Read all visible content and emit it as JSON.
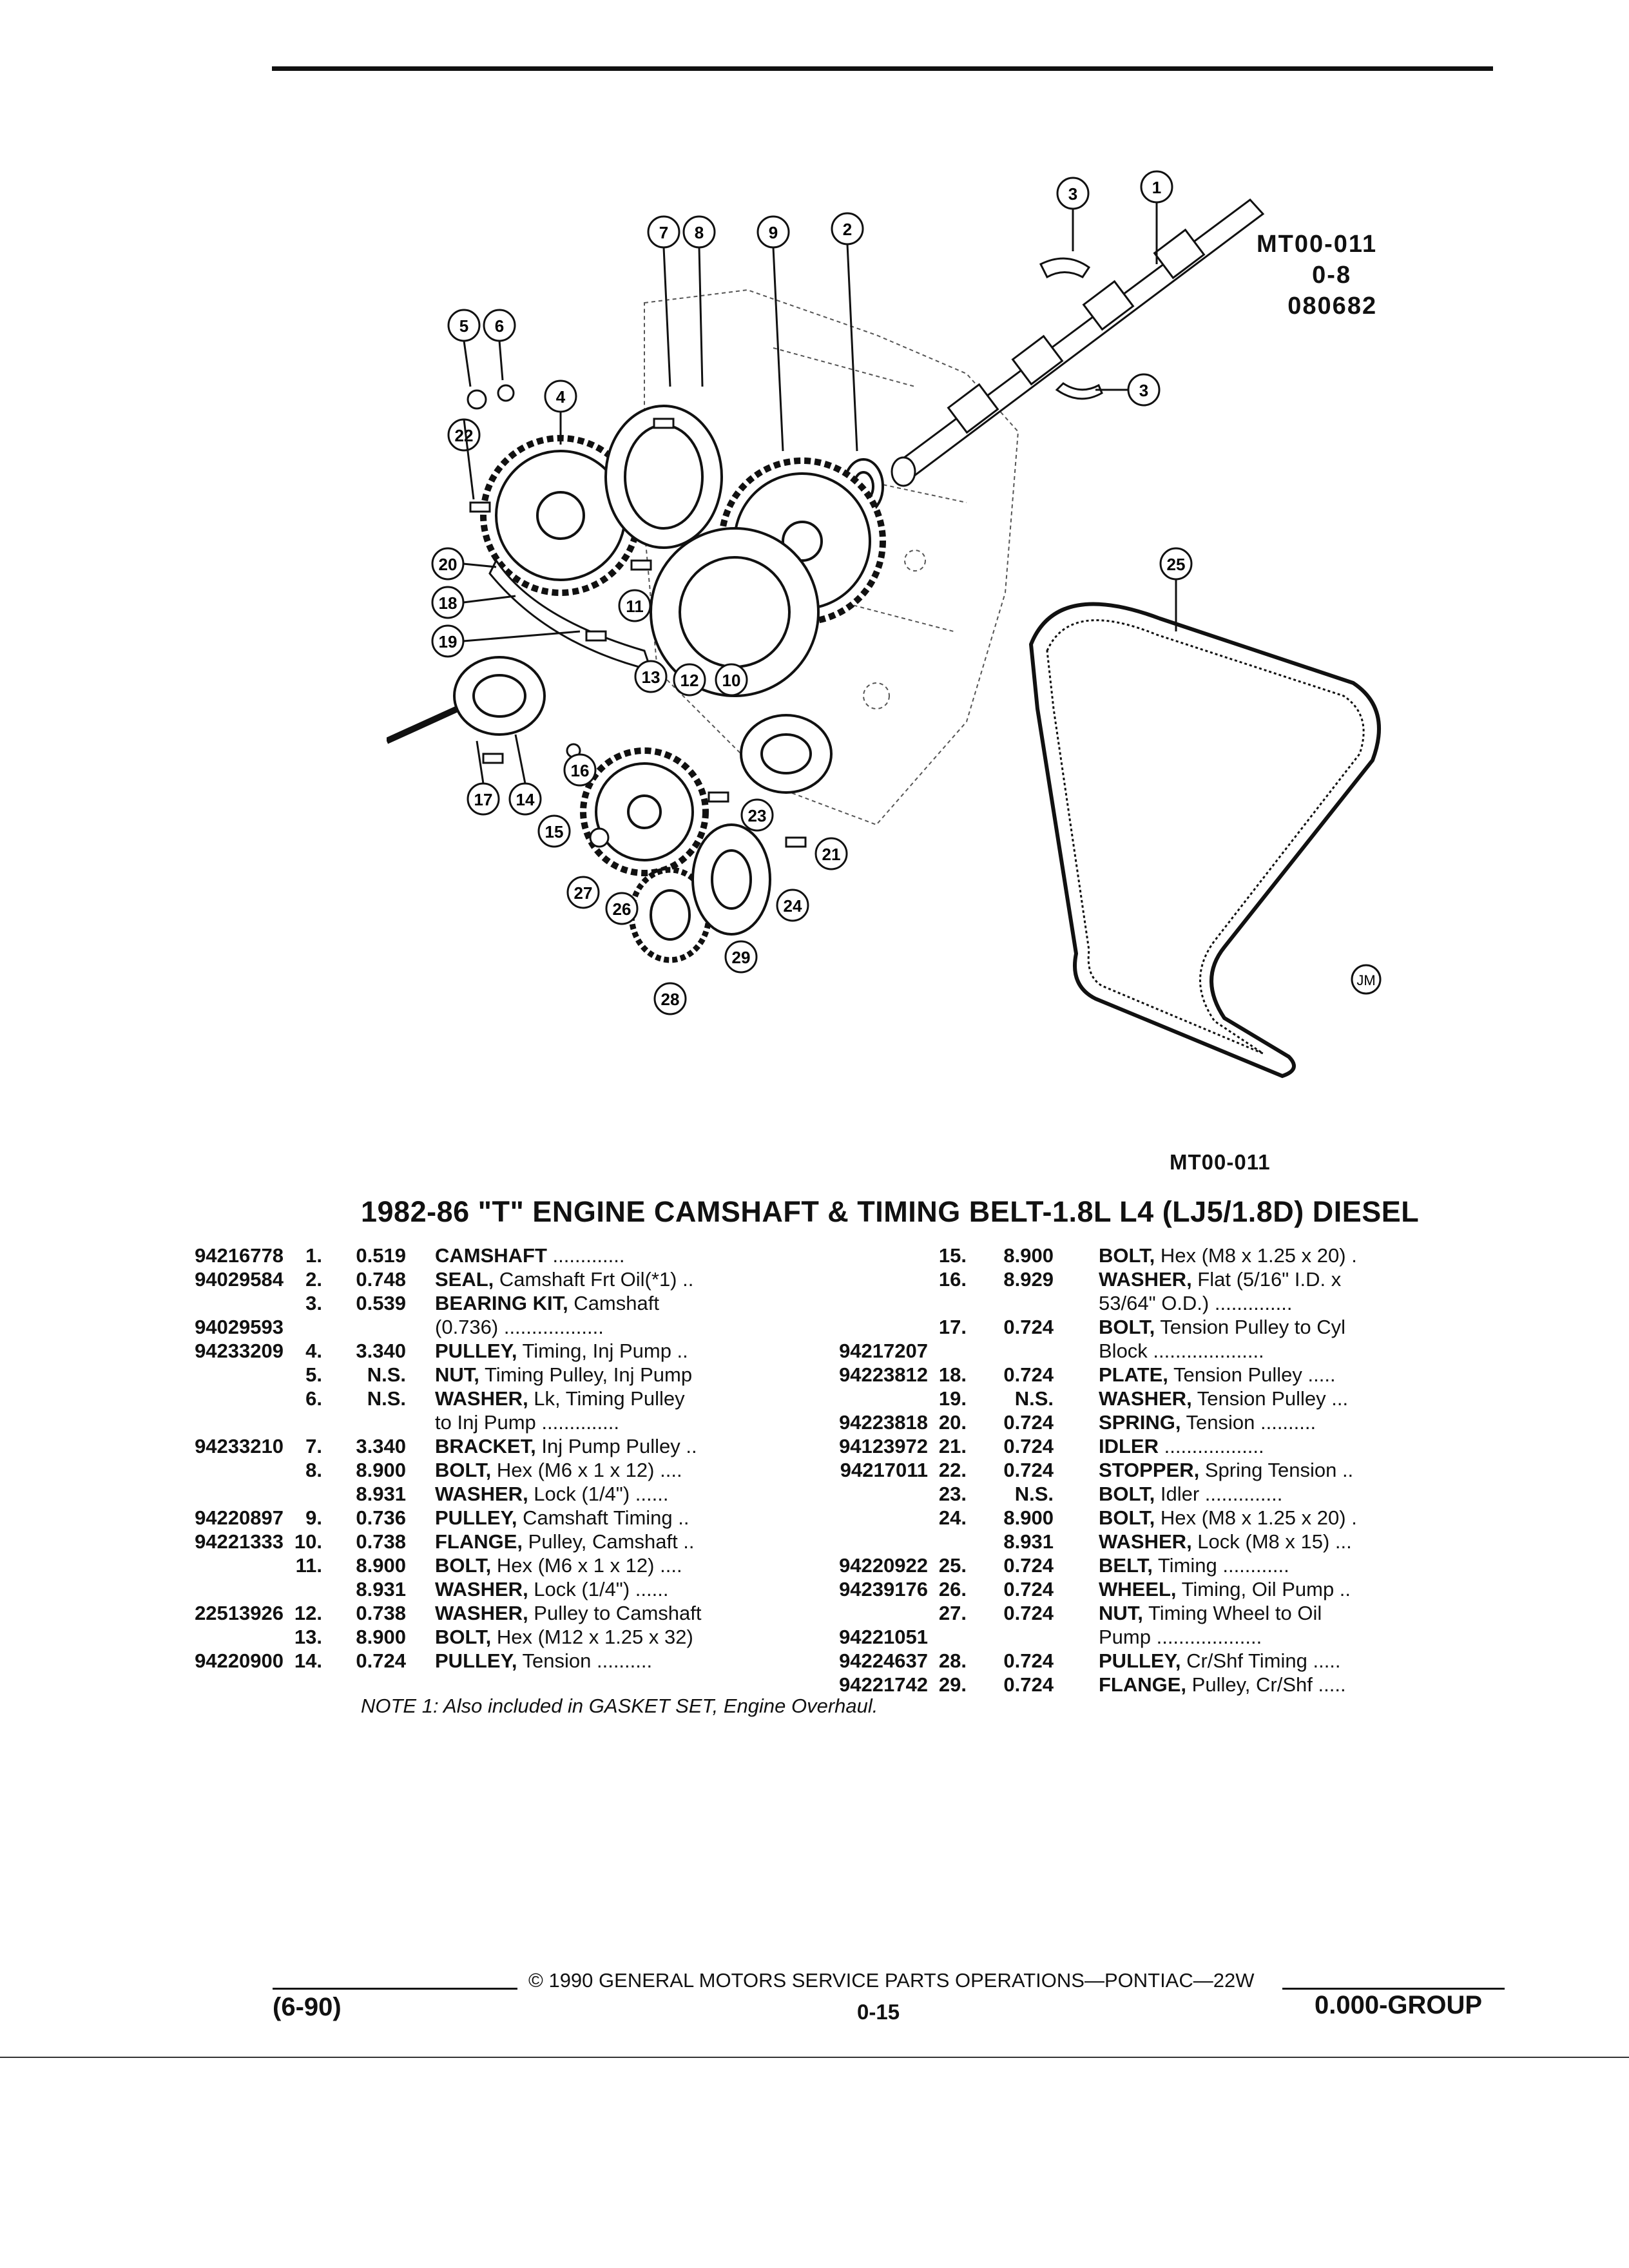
{
  "figure": {
    "code": "MT00-011",
    "code_lines": [
      "MT00-011",
      "0-8",
      "080682"
    ],
    "callouts": [
      "1",
      "2",
      "3",
      "3",
      "4",
      "5",
      "6",
      "7",
      "8",
      "9",
      "10",
      "11",
      "12",
      "13",
      "14",
      "15",
      "16",
      "17",
      "18",
      "19",
      "20",
      "21",
      "22",
      "23",
      "24",
      "25",
      "26",
      "27",
      "28",
      "29"
    ],
    "artist_mark": "JM"
  },
  "title": "1982-86 \"T\" ENGINE CAMSHAFT & TIMING BELT-1.8L L4 (LJ5/1.8D) DIESEL",
  "left_parts": [
    {
      "num": "1.",
      "group": "0.519",
      "name": "CAMSHAFT",
      "desc": " .............",
      "part": "94216778"
    },
    {
      "num": "2.",
      "group": "0.748",
      "name": "SEAL,",
      "desc": " Camshaft Frt Oil(*1) ..",
      "part": "94029584"
    },
    {
      "num": "3.",
      "group": "0.539",
      "name": "BEARING KIT,",
      "desc": " Camshaft",
      "part": ""
    },
    {
      "num": "",
      "group": "",
      "name": "",
      "desc": "(0.736) ..................",
      "part": "94029593"
    },
    {
      "num": "4.",
      "group": "3.340",
      "name": "PULLEY,",
      "desc": " Timing, Inj Pump ..",
      "part": "94233209"
    },
    {
      "num": "5.",
      "group": "N.S.",
      "name": "NUT,",
      "desc": " Timing Pulley, Inj Pump",
      "part": ""
    },
    {
      "num": "6.",
      "group": "N.S.",
      "name": "WASHER,",
      "desc": " Lk, Timing Pulley",
      "part": ""
    },
    {
      "num": "",
      "group": "",
      "name": "",
      "desc": "to Inj Pump ..............",
      "part": ""
    },
    {
      "num": "7.",
      "group": "3.340",
      "name": "BRACKET,",
      "desc": " Inj Pump Pulley ..",
      "part": "94233210"
    },
    {
      "num": "8.",
      "group": "8.900",
      "name": "BOLT,",
      "desc": " Hex (M6 x 1 x 12) ....",
      "part": ""
    },
    {
      "num": "",
      "group": "8.931",
      "name": "WASHER,",
      "desc": " Lock (1/4\") ......",
      "part": ""
    },
    {
      "num": "9.",
      "group": "0.736",
      "name": "PULLEY,",
      "desc": " Camshaft Timing ..",
      "part": "94220897"
    },
    {
      "num": "10.",
      "group": "0.738",
      "name": "FLANGE,",
      "desc": " Pulley, Camshaft ..",
      "part": "94221333"
    },
    {
      "num": "11.",
      "group": "8.900",
      "name": "BOLT,",
      "desc": " Hex (M6 x 1 x 12) ....",
      "part": ""
    },
    {
      "num": "",
      "group": "8.931",
      "name": "WASHER,",
      "desc": " Lock (1/4\") ......",
      "part": ""
    },
    {
      "num": "12.",
      "group": "0.738",
      "name": "WASHER,",
      "desc": " Pulley to Camshaft",
      "part": "22513926"
    },
    {
      "num": "13.",
      "group": "8.900",
      "name": "BOLT,",
      "desc": " Hex (M12 x 1.25 x 32)",
      "part": ""
    },
    {
      "num": "14.",
      "group": "0.724",
      "name": "PULLEY,",
      "desc": " Tension ..........",
      "part": "94220900"
    }
  ],
  "right_parts": [
    {
      "num": "15.",
      "group": "8.900",
      "name": "BOLT,",
      "desc": " Hex (M8 x 1.25 x 20) .",
      "part": ""
    },
    {
      "num": "16.",
      "group": "8.929",
      "name": "WASHER,",
      "desc": " Flat (5/16\" I.D. x",
      "part": ""
    },
    {
      "num": "",
      "group": "",
      "name": "",
      "desc": "53/64\" O.D.) ..............",
      "part": ""
    },
    {
      "num": "17.",
      "group": "0.724",
      "name": "BOLT,",
      "desc": " Tension Pulley to Cyl",
      "part": ""
    },
    {
      "num": "",
      "group": "",
      "name": "",
      "desc": "Block ....................",
      "part": "94217207"
    },
    {
      "num": "18.",
      "group": "0.724",
      "name": "PLATE,",
      "desc": " Tension Pulley .....",
      "part": "94223812"
    },
    {
      "num": "19.",
      "group": "N.S.",
      "name": "WASHER,",
      "desc": " Tension Pulley ...",
      "part": ""
    },
    {
      "num": "20.",
      "group": "0.724",
      "name": "SPRING,",
      "desc": " Tension ..........",
      "part": "94223818"
    },
    {
      "num": "21.",
      "group": "0.724",
      "name": "IDLER",
      "desc": " ..................",
      "part": "94123972"
    },
    {
      "num": "22.",
      "group": "0.724",
      "name": "STOPPER,",
      "desc": " Spring Tension ..",
      "part": "94217011"
    },
    {
      "num": "23.",
      "group": "N.S.",
      "name": "BOLT,",
      "desc": " Idler ..............",
      "part": ""
    },
    {
      "num": "24.",
      "group": "8.900",
      "name": "BOLT,",
      "desc": " Hex (M8 x 1.25 x 20) .",
      "part": ""
    },
    {
      "num": "",
      "group": "8.931",
      "name": "WASHER,",
      "desc": " Lock (M8 x 15) ...",
      "part": ""
    },
    {
      "num": "25.",
      "group": "0.724",
      "name": "BELT,",
      "desc": " Timing ............",
      "part": "94220922"
    },
    {
      "num": "26.",
      "group": "0.724",
      "name": "WHEEL,",
      "desc": " Timing, Oil Pump ..",
      "part": "94239176"
    },
    {
      "num": "27.",
      "group": "0.724",
      "name": "NUT,",
      "desc": " Timing Wheel to Oil",
      "part": ""
    },
    {
      "num": "",
      "group": "",
      "name": "",
      "desc": "Pump ...................",
      "part": "94221051"
    },
    {
      "num": "28.",
      "group": "0.724",
      "name": "PULLEY,",
      "desc": " Cr/Shf Timing .....",
      "part": "94224637"
    },
    {
      "num": "29.",
      "group": "0.724",
      "name": "FLANGE,",
      "desc": " Pulley, Cr/Shf .....",
      "part": "94221742"
    }
  ],
  "note": "NOTE 1: Also included in GASKET SET, Engine Overhaul.",
  "footer": {
    "copyright": "© 1990 GENERAL MOTORS SERVICE PARTS OPERATIONS—PONTIAC—22W",
    "date": "(6-90)",
    "page": "0-15",
    "group": "0.000-GROUP"
  }
}
